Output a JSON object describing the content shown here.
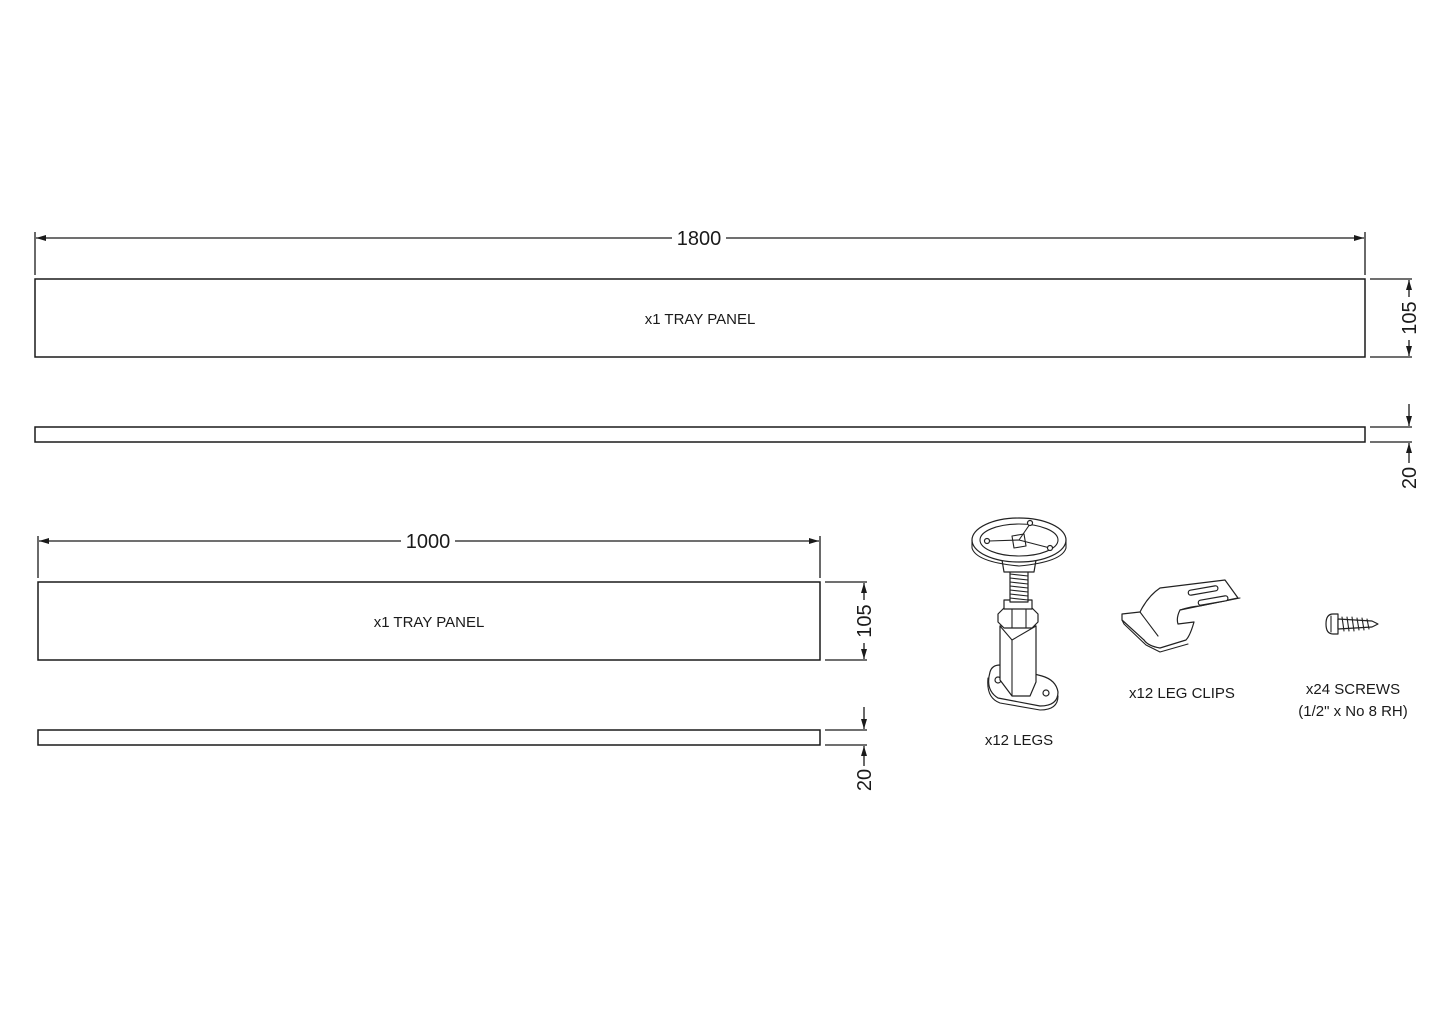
{
  "drawing": {
    "colors": {
      "line": "#1a1a1a",
      "background": "#ffffff"
    },
    "panel_long": {
      "label": "x1 TRAY PANEL",
      "length_dim": "1800",
      "height_dim": "105",
      "thickness_dim": "20"
    },
    "panel_short": {
      "label": "x1 TRAY PANEL",
      "length_dim": "1000",
      "height_dim": "105",
      "thickness_dim": "20"
    },
    "components": [
      {
        "name": "legs",
        "label": "x12 LEGS",
        "icon": "adjustable-leg-icon"
      },
      {
        "name": "leg-clips",
        "label": "x12 LEG CLIPS",
        "icon": "leg-clip-icon"
      },
      {
        "name": "screws",
        "label": "x24 SCREWS",
        "sublabel": "(1/2\" x No 8 RH)",
        "icon": "screw-icon"
      }
    ]
  }
}
